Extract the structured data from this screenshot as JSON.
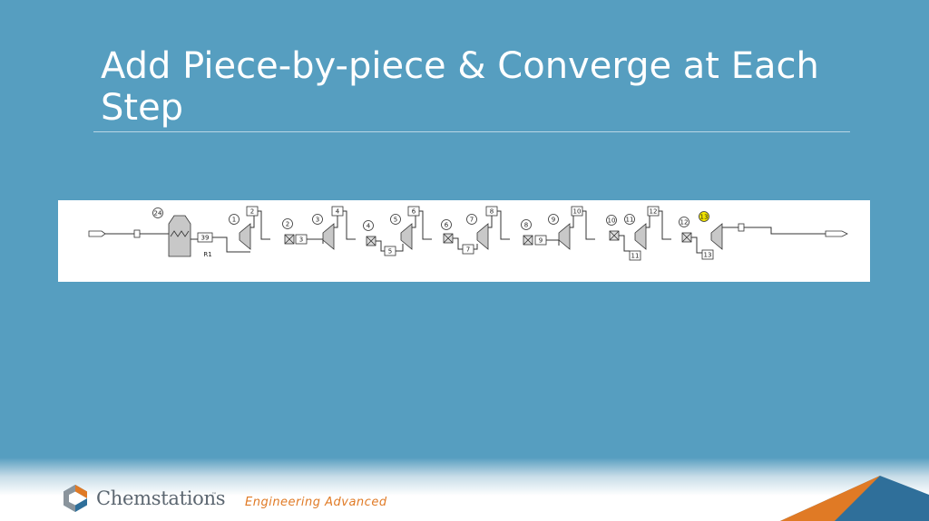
{
  "slide": {
    "title": "Add Piece-by-piece & Converge at Each Step"
  },
  "diagram": {
    "units": [
      {
        "id": "24",
        "kind": "circle",
        "label": "24"
      },
      {
        "id": "R1",
        "kind": "text",
        "label": "R1"
      },
      {
        "id": "39",
        "kind": "box",
        "label": "39"
      },
      {
        "id": "1",
        "kind": "circle",
        "label": "1"
      },
      {
        "id": "2s",
        "kind": "box",
        "label": "2"
      },
      {
        "id": "2",
        "kind": "circle",
        "label": "2"
      },
      {
        "id": "3s",
        "kind": "box",
        "label": "3"
      },
      {
        "id": "3",
        "kind": "circle",
        "label": "3"
      },
      {
        "id": "4s",
        "kind": "box",
        "label": "4"
      },
      {
        "id": "4",
        "kind": "circle",
        "label": "4"
      },
      {
        "id": "5s",
        "kind": "box",
        "label": "5"
      },
      {
        "id": "5",
        "kind": "circle",
        "label": "5"
      },
      {
        "id": "6s",
        "kind": "box",
        "label": "6"
      },
      {
        "id": "6",
        "kind": "circle",
        "label": "6"
      },
      {
        "id": "7s",
        "kind": "box",
        "label": "7"
      },
      {
        "id": "7",
        "kind": "circle",
        "label": "7"
      },
      {
        "id": "8s",
        "kind": "box",
        "label": "8"
      },
      {
        "id": "8",
        "kind": "circle",
        "label": "8"
      },
      {
        "id": "9s",
        "kind": "box",
        "label": "9"
      },
      {
        "id": "9",
        "kind": "circle",
        "label": "9"
      },
      {
        "id": "10s",
        "kind": "box",
        "label": "10"
      },
      {
        "id": "10",
        "kind": "circle",
        "label": "10"
      },
      {
        "id": "11s",
        "kind": "box",
        "label": "11"
      },
      {
        "id": "11",
        "kind": "circle",
        "label": "11"
      },
      {
        "id": "12s",
        "kind": "box",
        "label": "12"
      },
      {
        "id": "12",
        "kind": "circle",
        "label": "12"
      },
      {
        "id": "13s",
        "kind": "box",
        "label": "13"
      },
      {
        "id": "13",
        "kind": "circle",
        "label": "13",
        "highlight": "#f4e600"
      }
    ],
    "line_color": "#333333",
    "equipment_fill": "#c8c8c8"
  },
  "footer": {
    "company": "Chemstations",
    "trademark": "™",
    "tagline": "Engineering Advanced",
    "brand_orange": "#e07a25",
    "brand_blue": "#2f6f9a",
    "brand_gray": "#5b6670"
  }
}
